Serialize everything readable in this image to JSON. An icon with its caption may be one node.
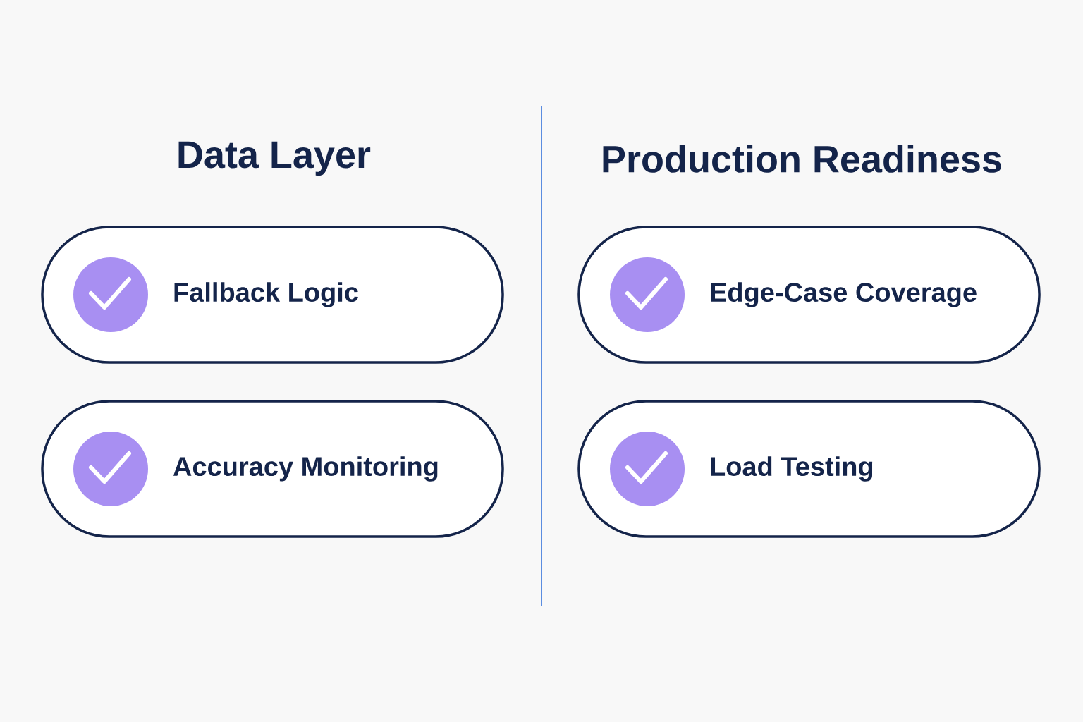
{
  "diagram": {
    "nodes": [
      {
        "text": [
          "Fallback Logic"
        ]
      },
      {
        "text": [
          "Accuracy Monitoring"
        ]
      },
      {
        "text": [
          "Edge-Case Coverage"
        ]
      },
      {
        "text": [
          "Load Testing"
        ]
      }
    ],
    "labels": [
      "Data Layer",
      "Production Readiness"
    ]
  }
}
